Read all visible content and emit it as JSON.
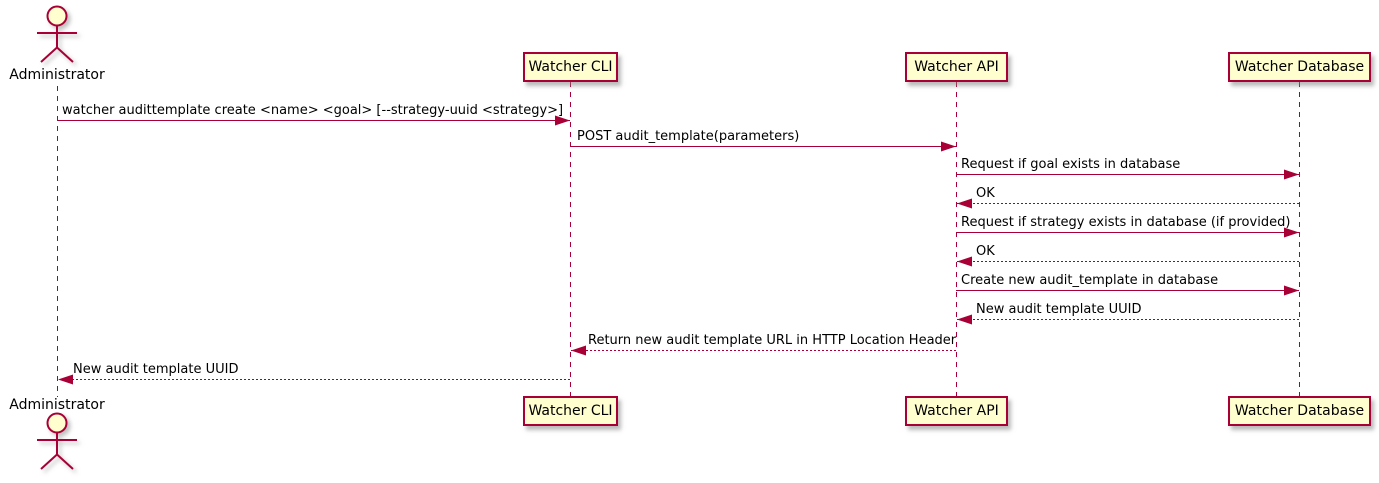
{
  "diagram_type": "uml-sequence-diagram",
  "colors": {
    "accent": "#A80036",
    "participant_fill": "#FEFECE",
    "text": "#000000",
    "background": "#FFFFFF",
    "shadow": "#828282"
  },
  "actors": {
    "administrator": {
      "label": "Administrator"
    }
  },
  "participants": {
    "cli": {
      "label": "Watcher CLI"
    },
    "api": {
      "label": "Watcher API"
    },
    "db": {
      "label": "Watcher Database"
    }
  },
  "messages": [
    {
      "from": "Administrator",
      "to": "Watcher CLI",
      "line": "solid",
      "direction": "right",
      "text": "watcher audittemplate create <name> <goal> [--strategy-uuid <strategy>]"
    },
    {
      "from": "Watcher CLI",
      "to": "Watcher API",
      "line": "solid",
      "direction": "right",
      "text": "POST audit_template(parameters)"
    },
    {
      "from": "Watcher API",
      "to": "Watcher Database",
      "line": "solid",
      "direction": "right",
      "text": "Request if goal exists in database"
    },
    {
      "from": "Watcher Database",
      "to": "Watcher API",
      "line": "dashed",
      "direction": "left",
      "text": "OK"
    },
    {
      "from": "Watcher API",
      "to": "Watcher Database",
      "line": "solid",
      "direction": "right",
      "text": "Request if strategy exists in database (if provided)"
    },
    {
      "from": "Watcher Database",
      "to": "Watcher API",
      "line": "dashed",
      "direction": "left",
      "text": "OK"
    },
    {
      "from": "Watcher API",
      "to": "Watcher Database",
      "line": "solid",
      "direction": "right",
      "text": "Create new audit_template in database"
    },
    {
      "from": "Watcher Database",
      "to": "Watcher API",
      "line": "dashed",
      "direction": "left",
      "text": "New audit template UUID"
    },
    {
      "from": "Watcher API",
      "to": "Watcher CLI",
      "line": "dashed",
      "direction": "left",
      "text": "Return new audit template URL in HTTP Location Header"
    },
    {
      "from": "Watcher CLI",
      "to": "Administrator",
      "line": "dashed",
      "direction": "left",
      "text": "New audit template UUID"
    }
  ]
}
